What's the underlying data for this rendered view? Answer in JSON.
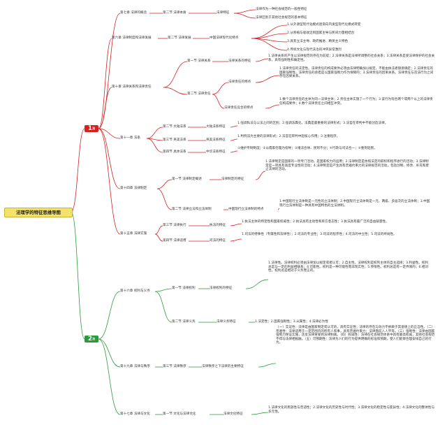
{
  "root": "法理学的特征思维导图",
  "badges": [
    {
      "label": "1",
      "sub": "法",
      "color": "#d32222"
    },
    {
      "label": "2",
      "sub": "法",
      "color": "#2a9a3a"
    }
  ],
  "nodes": {
    "c1": "第七章 法律的概念",
    "c1s1": "第二节 法律本质",
    "c1s1a": "法律特征",
    "c1s1a1": "法律作为一种社会规范的一般性特征",
    "c1s1a2": "法律区别于其他社会规范的基本特征",
    "c6": "第六章 法律制度和法律发展",
    "c6s2": "第二节 法律发展",
    "c6s2a": "中国法律现代化特点",
    "c6s2a1": "1.从外源型现代化模式逐渐向内发型现代化模式转变",
    "c6s2a2": "2.从移植与吸收迈到国家主导与民间力量相结合",
    "c6s2a3": "3.具有立法主导、政府推进、精英主义特色",
    "c6s2a4": "4.传统文化与现代法治的冲突异常激烈",
    "c10": "第十章 法律关系和法律责任",
    "c10s1": "第一节 法律关系",
    "c10s1a": "法律关系的特征",
    "c10s1a1": "1.法律关系的产生以法律规范的存在为前提；2.法律关系是法律所调整的社会关系；3.法律关系是受法律保护的社会关系，具有强制性和确定性。",
    "c10s2": "第二节 法律责任",
    "c10s2a": "法律责任的特点",
    "c10s2a1": "1.法律责任的法定性。法律责任的构成要件必须由法律明确加以规定，不能由执法者随意确定；2.法律责任的国家强制性。法律责任的承担是以国家强制力作为保障的；3.法律责任的因果关系。法律责任与违法行为之间存在因果关系。",
    "c10s2b": "法律责任竞合的特点",
    "c10s2b1": "1.数个法律责任的主体为同一法律主体；2.责任主体实施了一个行为；3.该行为符合两个或两个以上的法律责任构成要件；4.数个法律责任之间相互冲突。",
    "c11": "第十一章 法系",
    "c11s2": "第二节 大陆法系",
    "c11s2a": "大陆法系特征",
    "c11s2a1": "1.强调私法与公法之间的区别；2.强调法典化，法典是最重要的法律形式；3.法官在审判中不能创造法律。",
    "c11s3": "第三节 英美法系",
    "c11s3a": "英美法系特征",
    "c11s3a1": "1.判例法为主要的法律形式；2.法官在审判中起核心作用；3.注重程序。",
    "c11s4": "第四节 具体法系",
    "c11s4a": "中华法系特征",
    "c11s4a1": "①维护专制制度；②以儒家伦理为指导；③诸法合体、民刑不分；④行政与司法合一；⑤重刑轻民。",
    "c14": "第十四章 法律制定",
    "c14s1": "第一节 法律制定概述",
    "c14s1a": "法律制定的特征",
    "c14s1a1": "1.法律制定是国家的一项专门活动，是国家权力的运用；2.法律制定是依照法定的职权和程序进行的活动；3.法律制定是一项具有高度专业性的活动；4.法律制定是产生具有普遍约束力的法律规范的活动，包括创制、修改、补充和废止法律的活动。",
    "c14s2": "第二节 法律立法和立法体制",
    "c14s2a": "中国现行立法体制的特点",
    "c14s2a1": "1.中国现行立法体制是一元性的立法体制；2.中国现行立法体制是一元、两级、多层次的立法体制；3.中国现行立法体制是一种具有中国特色的立法体制。",
    "c15": "第十五章 法律实施",
    "c15s3": "第三节 法律执行",
    "c15s3a": "执法的特征",
    "c15s3a1": "1.执法主体的特定性和国家权威性；2.执法具有主动性和单方意志性；3.执法具有最广泛的自由裁量性。",
    "c15s4": "第四节 法律适用",
    "c15s4a": "司法的特征",
    "c15s4a1": "1.司法的特殊性（专属性和法律性）；2.司法的专业性；3.司法的程序性；4.司法的中立性；5.司法的终局性。",
    "c16": "第十六章 权利与义务",
    "c16s1": "第一节 法律权利",
    "c16s1a": "法律权利的特征",
    "c16s1a1": "1.法律性。法律权利必须由法律加以规定或者认可；2.自主性。法律权利是权利主体的自主选择；3.利益性。权利总是与一定的利益相联系；4.可能性。权利是一种可能性而非现实性；5.界限性。权利总是有一定界限的；6.相对性。权利总是相对于义务而言的。",
    "c16s2": "第二节 法律义务",
    "c16s2a": "法律义务特征",
    "c16s2a1": "1.法定性；2.国家强制性；3.从属性；4.法律必为性",
    "c19": "第十九章 法律与秩序",
    "c19s3": "第三节 法律秩序",
    "c19s3a": "法律秩序之下法律的主要特征",
    "c19s3a1": "（一）实证性：法律是由国家制定或认可的，具有实证性；法律的存在与效力不依赖于其道德上的正当性。（二）普遍性：法律适用于一定范围内的所有人和事，具有普遍约束力；法律面前人人平等。（三）强制性：法律由国家强制力保证实施，违反法律将受到法律制裁。（四）权威性：法律在社会规范体系中具有最高权威，其他社会规范不得与法律相抵触。（五）可预期性：法律为人们的行为提供明确的标准和预期，使人们能够合理安排自己的行为。",
    "c17": "第十七章 法律与文化",
    "c17s1": "第一节 文化与法律文化",
    "c17s1a": "法律文化特征",
    "c17s1a1": "1.法律文化的民族性与普适性；2.法律文化的历史性与时代性；3.法律文化的稳定性与变异性；4.法律文化的整体性与多元性。"
  }
}
